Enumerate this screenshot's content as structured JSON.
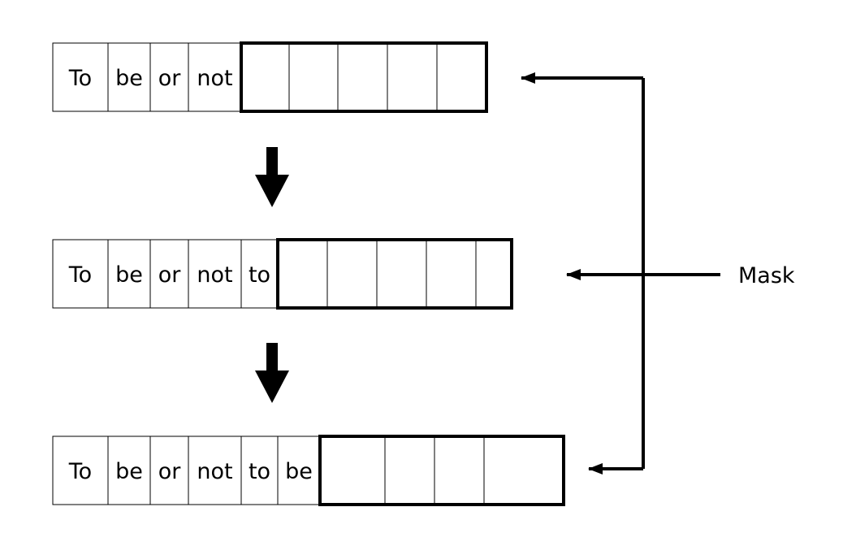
{
  "rows": [
    {
      "tokens": [
        "To",
        "be",
        "or",
        "not"
      ],
      "masked_cells": 5
    },
    {
      "tokens": [
        "To",
        "be",
        "or",
        "not",
        "to"
      ],
      "masked_cells": 5
    },
    {
      "tokens": [
        "To",
        "be",
        "or",
        "not",
        "to",
        "be"
      ],
      "masked_cells": 4
    }
  ],
  "mask_label": "Mask"
}
